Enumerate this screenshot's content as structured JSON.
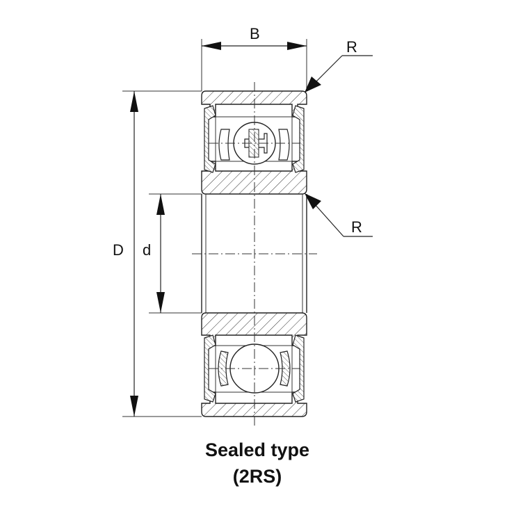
{
  "labels": {
    "width": "B",
    "radius_top": "R",
    "radius_bottom": "R",
    "outer_diameter": "D",
    "bore_diameter": "d"
  },
  "caption": {
    "line1": "Sealed type",
    "line2": "(2RS)"
  }
}
